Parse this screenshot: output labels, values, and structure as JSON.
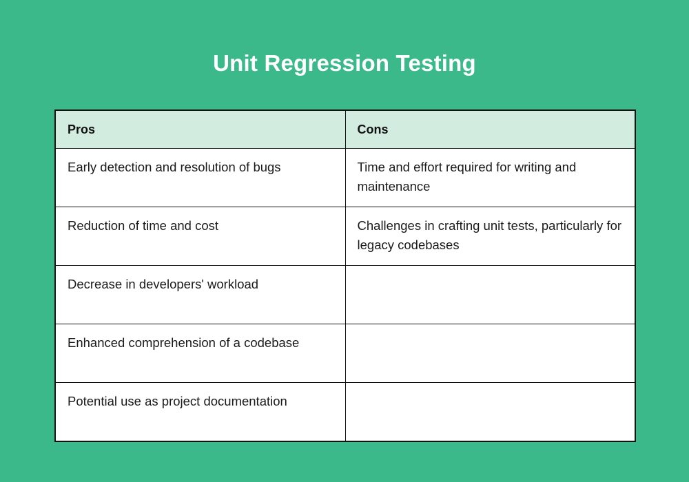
{
  "page": {
    "title": "Unit Regression Testing",
    "background_color": "#3bb98a",
    "title_color": "#ffffff"
  },
  "table": {
    "header_background_color": "#d2ece0",
    "border_color": "#121212",
    "cell_background_color": "#ffffff",
    "columns": [
      {
        "key": "pros",
        "label": "Pros"
      },
      {
        "key": "cons",
        "label": "Cons"
      }
    ],
    "rows": [
      {
        "pros": "Early detection and resolution of bugs",
        "cons": "Time and effort required for writing and maintenance"
      },
      {
        "pros": "Reduction of time and cost",
        "cons": "Challenges in crafting unit tests, particularly for legacy codebases"
      },
      {
        "pros": "Decrease in developers' workload",
        "cons": ""
      },
      {
        "pros": "Enhanced comprehension of a codebase",
        "cons": ""
      },
      {
        "pros": "Potential use as project documentation",
        "cons": ""
      }
    ]
  }
}
